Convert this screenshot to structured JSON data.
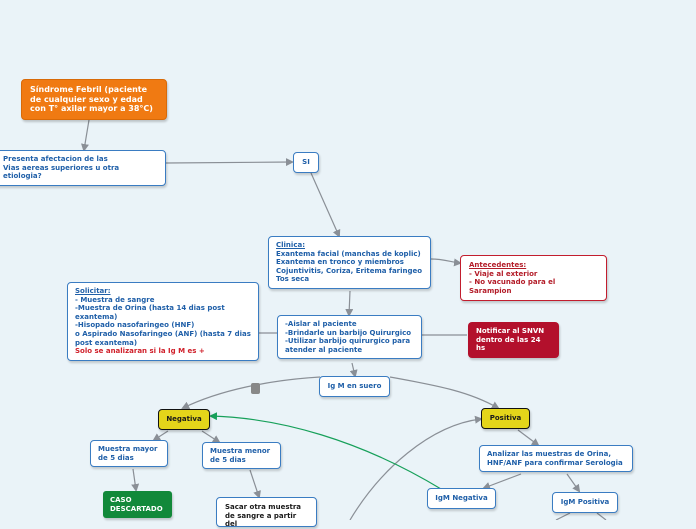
{
  "nodes": {
    "sindrome_febril": "Síndrome Febril (paciente de cualquier sexo y edad con T° axilar mayor a 38°C)",
    "afectacion": [
      "Presenta afectacion de las",
      "Vias aereas superiores u otra etiologia?"
    ],
    "si": "SI",
    "clinica": {
      "title": "Clinica:",
      "lines": [
        "Exantema facial (manchas de koplic)",
        "Exantema en tronco y miembros",
        "Cojuntivitis, Coriza, Eritema faringeo",
        "Tos seca"
      ]
    },
    "antecedentes": {
      "title": "Antecedentes:",
      "lines": [
        "- Viaje al exterior",
        "- No vacunado para el Sarampion"
      ]
    },
    "solicitar": {
      "title": "Solicitar:",
      "lines": [
        "- Muestra de sangre",
        "-Muestra de Orina (hasta 14 dias post exantema)",
        "-Hisopado nasofaringeo (HNF)",
        "o Aspirado Nasofaringeo (ANF) (hasta 7 dias post exantema)"
      ],
      "warning": "Solo se analizaran si la Ig M es +"
    },
    "aislar": [
      "-Aislar al paciente",
      "-Brindarle un barbijo Quirurgico",
      "-Utilizar barbijo quirurgico para atender al paciente"
    ],
    "notificar": "Notificar al SNVN dentro de las 24 hs",
    "igm_suero": "Ig M en suero",
    "negativa": "Negativa",
    "positiva": "Positiva",
    "muestra_mayor": "Muestra mayor de 5 dias",
    "muestra_menor": "Muestra menor de 5 dias",
    "caso_descartado": "CASO DESCARTADO",
    "sacar_otra": "Sacar otra muestra de sangre a partir del",
    "analizar": "Analizar las muestras de Orina, HNF/ANF para confirmar Serologia",
    "igm_negativa": "IgM Negativa",
    "igm_positiva": "IgM Positiva"
  },
  "colors": {
    "background": "#eaf3f8",
    "link": "#8a8f96",
    "link_green": "#17a05a",
    "box_border": "#3a7cc2",
    "box_text": "#1f5fa8",
    "orange": "#f07a12",
    "yellow": "#e4d51a",
    "crimson": "#b3102c",
    "green": "#12893a",
    "red_text": "#d0202a"
  }
}
